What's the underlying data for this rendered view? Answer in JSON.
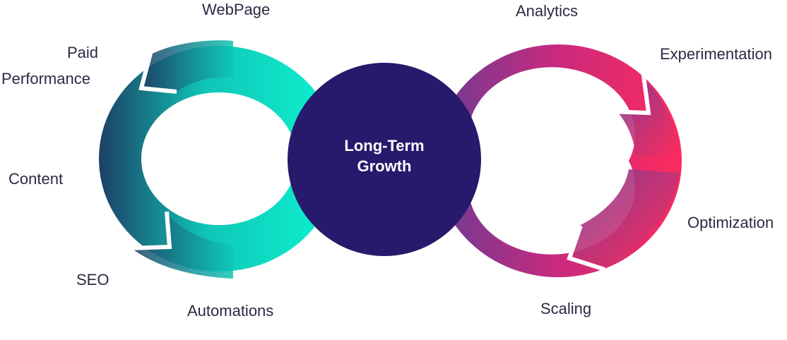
{
  "center": {
    "line1": "Long-Term",
    "line2": "Growth"
  },
  "left_loop": {
    "labels": [
      "WebPage",
      "Paid",
      "Performance",
      "Content",
      "SEO",
      "Automations"
    ]
  },
  "right_loop": {
    "labels": [
      "Analytics",
      "Experimentation",
      "Optimization",
      "Scaling"
    ]
  },
  "colors": {
    "center": "#27196c",
    "left_gradient": [
      "#1d3f66",
      "#0fc7b6",
      "#0ef3d2"
    ],
    "right_gradient": [
      "#6b3c93",
      "#c92a7e",
      "#fe2b5c"
    ],
    "label_text": "#2b2a45"
  }
}
